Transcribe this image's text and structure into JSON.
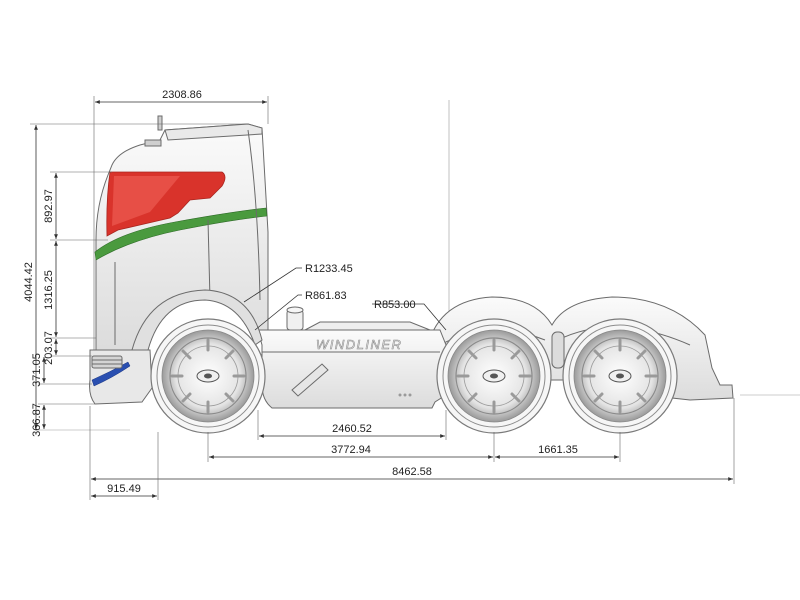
{
  "drawing": {
    "logo_text": "WINDLINER",
    "colors": {
      "cab_red": "#d9332b",
      "stripe_green": "#4a9a3e",
      "visor_blue": "#2a4fb0",
      "body_white": "#f2f2f2",
      "dimension_line": "#333333"
    },
    "dimensions": {
      "cab_length": "2308.86",
      "overall_height": "4044.42",
      "red_panel_height": "892.97",
      "cab_body_height": "1316.25",
      "bumper_height": "203.07",
      "lower_height": "371.05",
      "ground_clearance": "366.87",
      "fender_radius_front": "R1233.45",
      "fender_radius_tank": "R861.83",
      "fender_radius_rear": "R853.00",
      "chassis_span": "2460.52",
      "wheelbase": "3772.94",
      "rear_axle_spacing": "1661.35",
      "overall_length": "8462.58",
      "front_overhang": "915.49"
    }
  }
}
